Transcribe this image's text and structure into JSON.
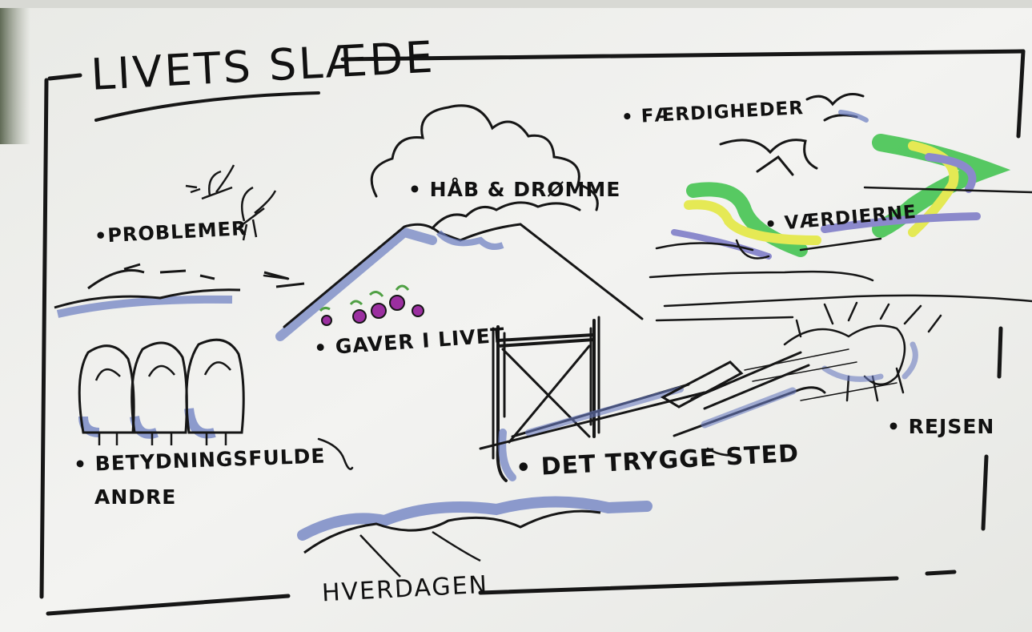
{
  "title": "LIVETS SLÆDE",
  "labels": {
    "haab": "• HÅB & DRØMME",
    "problemer": "•PROBLEMER",
    "gaver": "• GAVER I LIVET",
    "faerdigheder": "• FÆRDIGHEDER",
    "vaerdierne": "• VÆRDIERNE",
    "trygge": "• DET TRYGGE STED",
    "rejsen": "• REJSEN",
    "betydningsfulde_line1": "• BETYDNINGSFULDE",
    "betydningsfulde_line2": "ANDRE",
    "hverdagen": "HVERDAGEN"
  },
  "colors": {
    "paper": "#eeeeec",
    "ink": "#161616",
    "blue_shadow": "#6a7cc0",
    "green": "#3cc24a",
    "yellow": "#e3e83a",
    "purple_berry": "#9b2fa0",
    "leaf_green": "#4fa043"
  }
}
